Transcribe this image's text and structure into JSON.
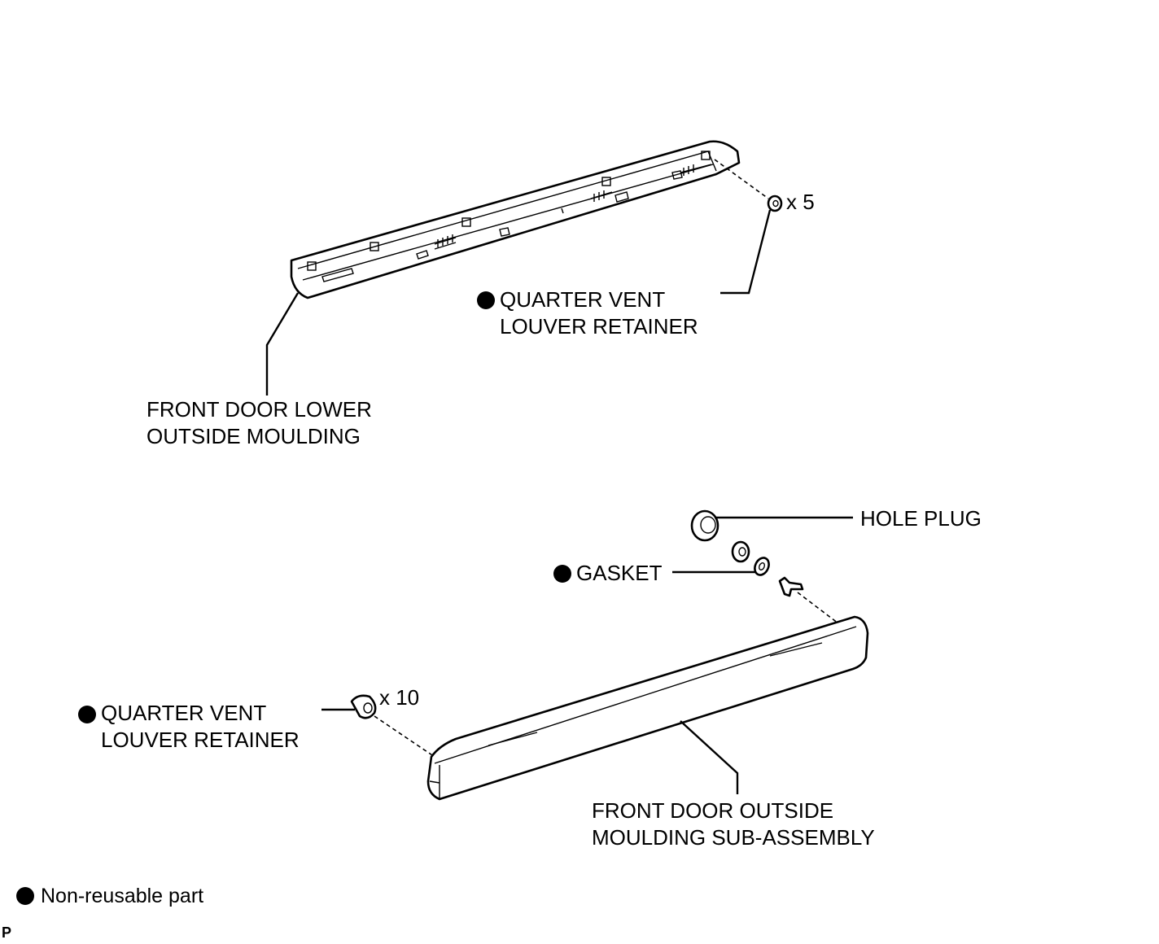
{
  "labels": {
    "upper_retainer": [
      "QUARTER VENT",
      "LOUVER RETAINER"
    ],
    "upper_retainer_qty": "x 5",
    "lower_moulding": [
      "FRONT DOOR LOWER",
      "OUTSIDE MOULDING"
    ],
    "hole_plug": "HOLE PLUG",
    "gasket": "GASKET",
    "lower_retainer": [
      "QUARTER VENT",
      "LOUVER RETAINER"
    ],
    "lower_retainer_qty": "x 10",
    "outside_moulding": [
      "FRONT DOOR OUTSIDE",
      "MOULDING SUB-ASSEMBLY"
    ]
  },
  "legend": {
    "non_reusable": "Non-reusable part"
  },
  "page_code": "P"
}
